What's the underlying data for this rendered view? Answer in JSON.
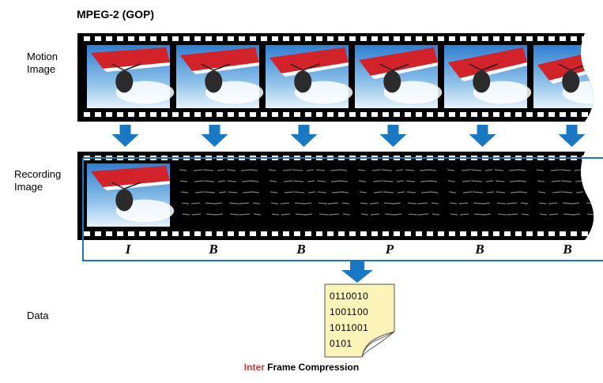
{
  "title": "MPEG-2 (GOP)",
  "labels": {
    "motion": "Motion\nImage",
    "recording": "Recording\nImage",
    "data": "Data"
  },
  "frame_types": [
    "I",
    "B",
    "B",
    "P",
    "B",
    "B"
  ],
  "data_bits": [
    "0110010",
    "1001100",
    "1011001",
    "0101"
  ],
  "caption": {
    "accent": "Inter",
    "rest": " Frame Compression"
  },
  "colors": {
    "accent": "#e0312f",
    "arrow": "#1a78c2",
    "box": "#1a78c2",
    "doc": "#fbf3b8"
  }
}
